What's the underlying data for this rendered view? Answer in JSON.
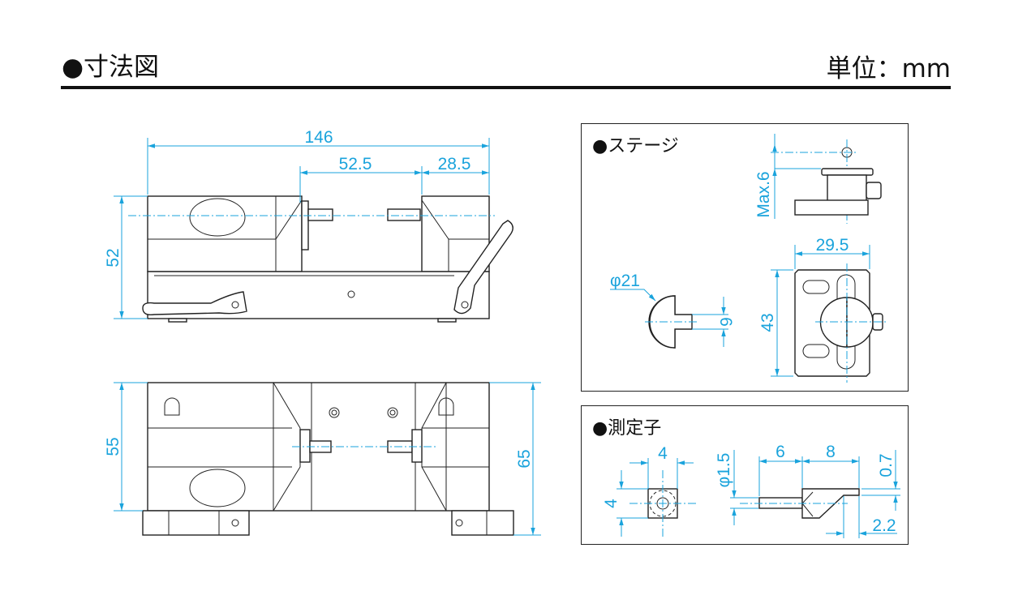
{
  "header": {
    "title": "●寸法図",
    "unit": "単位：mm"
  },
  "main_drawing": {
    "dims": {
      "overall_width": "146",
      "probe_span": "52.5",
      "block_width": "28.5",
      "height": "52",
      "depth": "55",
      "depth_with_feet": "65"
    }
  },
  "stage_panel": {
    "title": "●ステージ",
    "dims": {
      "max_offset": "Max.6",
      "diameter": "φ21",
      "shaft": "6",
      "width": "29.5",
      "height": "43"
    }
  },
  "probe_panel": {
    "title": "●測定子",
    "dims": {
      "square_w": "4",
      "square_h": "4",
      "diameter": "φ1.5",
      "shaft_len": "6",
      "tip_len": "8",
      "tip_thickness": "0.7",
      "tip_offset": "2.2"
    }
  },
  "colors": {
    "dimension": "#1aa3dc",
    "outline": "#222222"
  }
}
